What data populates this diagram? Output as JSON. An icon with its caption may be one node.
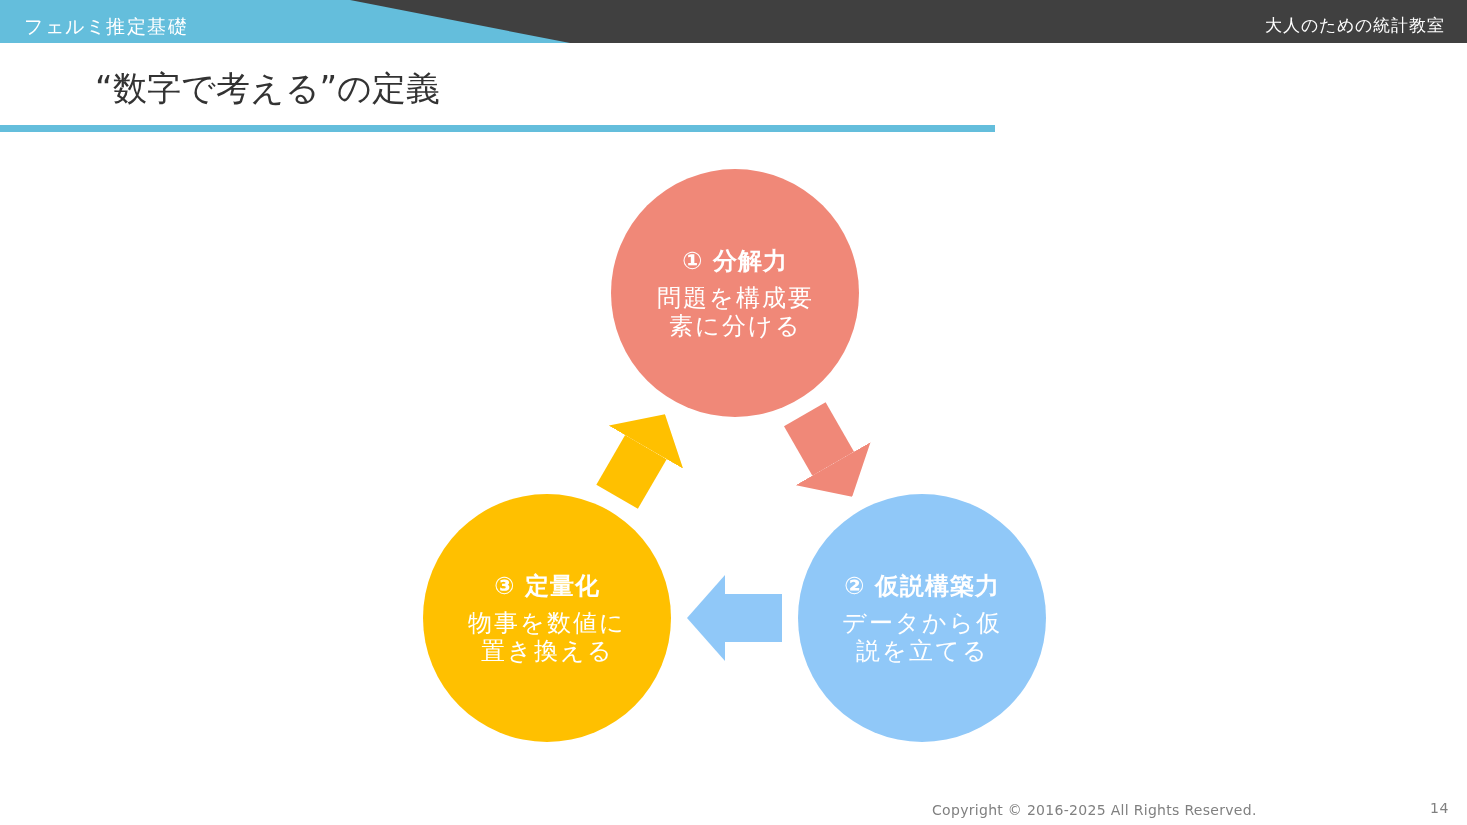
{
  "diagram": {
    "title": "“数字で考える”の定義",
    "nodes": [
      {
        "text": [
          "① 分解力",
          "問題を構成要素に分ける"
        ]
      },
      {
        "text": [
          "② 仮説構築力",
          "データから仮説を立てる"
        ]
      },
      {
        "text": [
          "③ 定量化",
          "物事を数値に置き換える"
        ]
      }
    ],
    "edges": [
      {
        "from": 0,
        "to": 1,
        "arrow": "to",
        "color": "#f08878"
      },
      {
        "from": 1,
        "to": 2,
        "arrow": "to",
        "color": "#90c8f8"
      },
      {
        "from": 2,
        "to": 0,
        "arrow": "to",
        "color": "#ffc000"
      }
    ],
    "labels": [
      "フェルミ推定基礎",
      "大人のための統計教室",
      "Copyright © 2016-2025 All Rights Reserved.",
      "14"
    ]
  }
}
